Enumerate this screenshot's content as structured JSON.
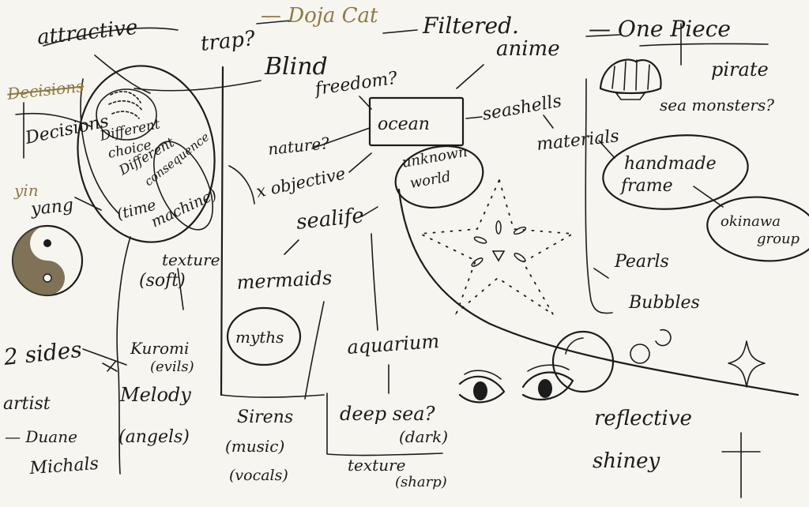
{
  "colors": {
    "paper": "#f7f5ef",
    "ink": "#1c1c1c",
    "faint_ink": "#8c7a45"
  },
  "notes": {
    "top": {
      "attractive": "attractive",
      "trap": "trap?",
      "doja_cat": "— Doja Cat",
      "filtered": "Filtered.",
      "blind": "Blind",
      "freedom": "freedom?",
      "anime": "anime",
      "one_piece": "— One Piece",
      "pirate": "pirate",
      "sea_monsters": "sea monsters?"
    },
    "left": {
      "decisions_crossed": "Decisions",
      "decisions": "Decisions",
      "different_choice": [
        "Different",
        "choice"
      ],
      "different_consequence": [
        "Different",
        "consequence"
      ],
      "time_machine": [
        "(time",
        "machine)"
      ],
      "yin": "yin",
      "yang": "yang",
      "texture_soft": [
        "texture",
        "(soft)"
      ],
      "two_sides": "2 sides",
      "kuromi": [
        "Kuromi",
        "(evils)"
      ],
      "melody": [
        "Melody",
        "(angels)"
      ],
      "artist": "artist",
      "duane": "— Duane",
      "michals": "Michals"
    },
    "center": {
      "nature": "nature?",
      "objective": "x objective",
      "ocean": "ocean",
      "unknown_world": [
        "unknown",
        "world"
      ],
      "sealife": "sealife",
      "mermaids": "mermaids",
      "myths": "myths",
      "aquarium": "aquarium",
      "sirens": [
        "Sirens",
        "(music)",
        "(vocals)"
      ],
      "deep_sea": [
        "deep sea?",
        "(dark)"
      ],
      "texture_sharp": [
        "texture",
        "(sharp)"
      ]
    },
    "right": {
      "seashells": "seashells",
      "materials": "materials",
      "handmade_frame": [
        "handmade",
        "frame"
      ],
      "okinawa_group": [
        "okinawa",
        "group"
      ],
      "pearls": "Pearls",
      "bubbles": "Bubbles",
      "reflective": "reflective",
      "shiney": "shiney"
    }
  }
}
